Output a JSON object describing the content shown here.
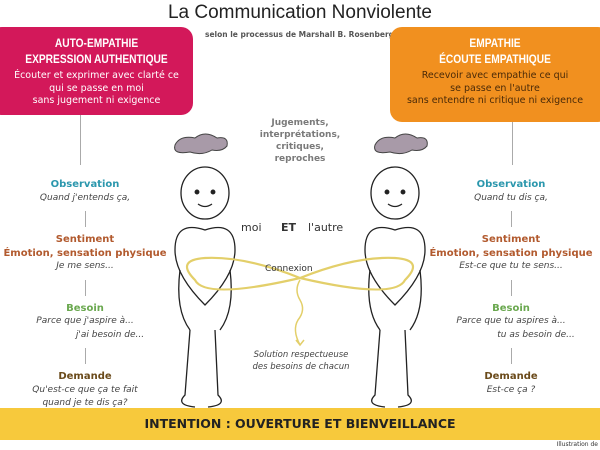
{
  "title": "La Communication Nonviolente",
  "subtitle": "selon le processus de Marshall B. Rosenberg",
  "left_box": {
    "heading1": "AUTO-EMPATHIE",
    "heading2": "EXPRESSION AUTHENTIQUE",
    "desc1": "Écouter et exprimer avec clarté ce",
    "desc2": "qui se passe en moi",
    "desc3": "sans jugement ni exigence",
    "color": "#d3185a"
  },
  "right_box": {
    "heading1": "EMPATHIE",
    "heading2": "ÉCOUTE EMPATHIQUE",
    "desc1": "Recevoir avec empathie ce qui",
    "desc2": "se passe en l'autre",
    "desc3": "sans entendre ni critique ni exigence",
    "color": "#f1901f"
  },
  "left_steps": {
    "obs": "Observation",
    "obs1": "Quand j'entends ça,",
    "sen": "Sentiment",
    "sen2": "Émotion, sensation physique",
    "sen1": "Je me sens...",
    "bes": "Besoin",
    "bes1": "Parce que j'aspire à...",
    "bes2": "j'ai besoin de...",
    "dem": "Demande",
    "dem1": "Qu'est-ce que ça te fait",
    "dem2": "quand je te dis ça?"
  },
  "right_steps": {
    "obs": "Observation",
    "obs1": "Quand tu dis ça,",
    "sen": "Sentiment",
    "sen2": "Émotion, sensation physique",
    "sen1": "Est-ce que tu te sens...",
    "bes": "Besoin",
    "bes1": "Parce que tu aspires à...",
    "bes2": "tu as besoin de...",
    "dem": "Demande",
    "dem1": "Est-ce ça ?"
  },
  "center": {
    "judgments": [
      "Jugements,",
      "interprétations,",
      "critiques,",
      "reproches"
    ],
    "moi": "moi",
    "et": "ET",
    "autre": "l'autre",
    "connexion": "Connexion",
    "solution1": "Solution respectueuse",
    "solution2": "des besoins de chacun"
  },
  "band": "INTENTION : OUVERTURE ET BIENVEILLANCE",
  "credit": "Illustration de"
}
